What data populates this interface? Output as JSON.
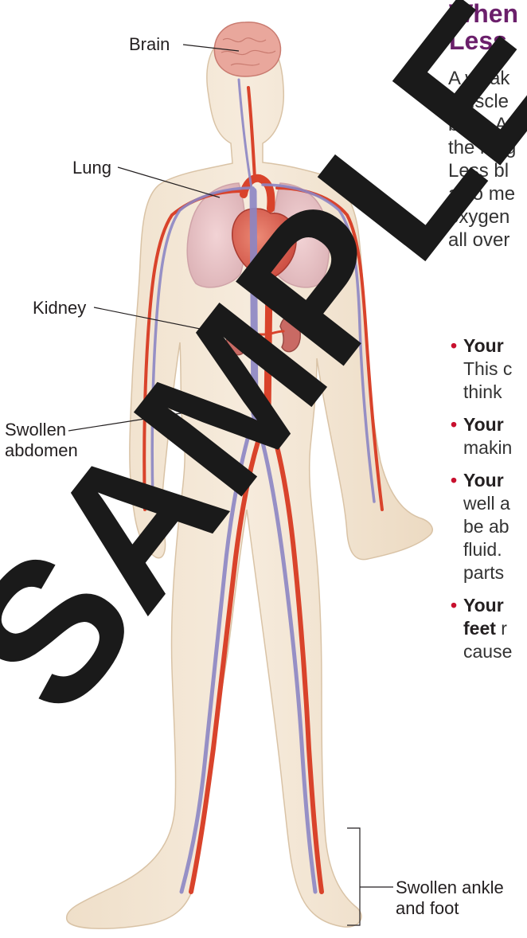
{
  "heading": {
    "line1": "When",
    "line2": "Less"
  },
  "body_lines": [
    "A weak",
    "muscle",
    "beat. A",
    "the lung",
    "Less bl",
    "also me",
    "oxygen",
    "all over"
  ],
  "bullets": [
    {
      "bold": "Your",
      "rest": [
        " ",
        "This c",
        "think"
      ]
    },
    {
      "bold": "Your",
      "rest": [
        " ",
        "makin"
      ]
    },
    {
      "bold": "Your",
      "rest": [
        " ",
        "well a",
        "be ab",
        "fluid. ",
        "parts"
      ]
    },
    {
      "bold": "Your",
      "rest": [
        " ",
        "feet",
        " r",
        "cause"
      ]
    }
  ],
  "labels": {
    "brain": "Brain",
    "lung": "Lung",
    "kidney": "Kidney",
    "swollen_abdomen_1": "Swollen",
    "swollen_abdomen_2": "abdomen",
    "swollen_ankle_1": "Swollen ankle",
    "swollen_ankle_2": "and foot"
  },
  "watermark": "SAMPLE",
  "colors": {
    "heading": "#6b1f6b",
    "bullet": "#c8102e",
    "artery": "#d9432b",
    "vein": "#8c86c4",
    "skin": "#f3e6d4",
    "organ_lung": "#e9c3c6",
    "organ_heart": "#d95b4e",
    "brain": "#e59b92",
    "kidney": "#c96a64",
    "watermark": "#1a1a1a"
  }
}
